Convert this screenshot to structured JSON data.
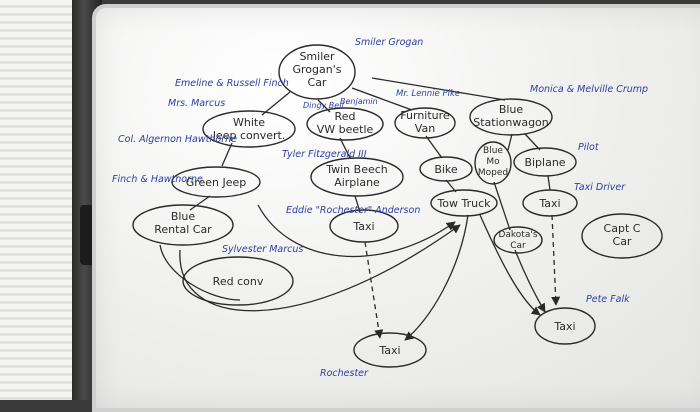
{
  "board": {
    "nodes": [
      {
        "id": "smiler-car",
        "lines": [
          "Smiler",
          "Grogan's",
          "Car"
        ]
      },
      {
        "id": "white-jeep",
        "lines": [
          "White",
          "Jeep convert."
        ]
      },
      {
        "id": "red-vw",
        "lines": [
          "Red",
          "VW beetle"
        ]
      },
      {
        "id": "furniture-van",
        "lines": [
          "Furniture",
          "Van"
        ]
      },
      {
        "id": "blue-wagon",
        "lines": [
          "Blue",
          "Stationwagon"
        ]
      },
      {
        "id": "green-jeep",
        "lines": [
          "Green Jeep"
        ]
      },
      {
        "id": "twin-beech",
        "lines": [
          "Twin Beech",
          "Airplane"
        ]
      },
      {
        "id": "bike",
        "lines": [
          "Bike"
        ]
      },
      {
        "id": "blue-moped",
        "lines": [
          "Blue",
          "Mo",
          "Moped"
        ]
      },
      {
        "id": "biplane",
        "lines": [
          "Biplane"
        ]
      },
      {
        "id": "blue-rental",
        "lines": [
          "Blue",
          "Rental Car"
        ]
      },
      {
        "id": "taxi-1",
        "lines": [
          "Taxi"
        ]
      },
      {
        "id": "tow-truck",
        "lines": [
          "Tow Truck"
        ]
      },
      {
        "id": "taxi-2",
        "lines": [
          "Taxi"
        ]
      },
      {
        "id": "capt-car",
        "lines": [
          "Capt C",
          "Car"
        ]
      },
      {
        "id": "dakota-car",
        "lines": [
          "Dakota's",
          "Car"
        ]
      },
      {
        "id": "red-conv",
        "lines": [
          "Red conv"
        ]
      },
      {
        "id": "taxi-3",
        "lines": [
          "Taxi"
        ]
      },
      {
        "id": "taxi-4",
        "lines": [
          "Taxi"
        ]
      }
    ],
    "labels": [
      "Smiler Grogan",
      "Emeline & Russell Finch",
      "Mrs. Marcus",
      "Dingy Bell",
      "Benjamin",
      "Mr. Lennie Pike",
      "Monica & Melville Crump",
      "Col. Algernon Hawthorne",
      "Tyler Fitzgerald III",
      "Pilot",
      "Finch & Hawthorne",
      "Eddie \"Rochester\" Anderson",
      "Taxi Driver",
      "Sylvester Marcus",
      "Pete Falk",
      "Rochester"
    ]
  }
}
